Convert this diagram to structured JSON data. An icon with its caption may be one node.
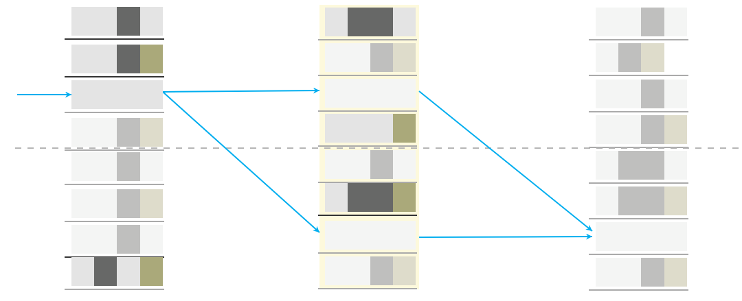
{
  "diagram": {
    "nodes": [
      {
        "text": [],
        "shape": "box"
      },
      {
        "text": [],
        "shape": "box"
      },
      {
        "text": [],
        "shape": "box"
      },
      {
        "text": [],
        "shape": "box"
      },
      {
        "text": [],
        "shape": "box"
      },
      {
        "text": [],
        "shape": "box"
      },
      {
        "text": [],
        "shape": "box"
      },
      {
        "text": [],
        "shape": "box"
      },
      {
        "text": [],
        "shape": "box"
      },
      {
        "text": [],
        "shape": "box"
      },
      {
        "text": [],
        "shape": "box"
      },
      {
        "text": [],
        "shape": "box"
      },
      {
        "text": [],
        "shape": "box"
      },
      {
        "text": [],
        "shape": "box"
      },
      {
        "text": [],
        "shape": "box"
      },
      {
        "text": [],
        "shape": "box"
      },
      {
        "text": [],
        "shape": "box"
      },
      {
        "text": [],
        "shape": "box"
      },
      {
        "text": [],
        "shape": "box"
      },
      {
        "text": [],
        "shape": "box"
      },
      {
        "text": [],
        "shape": "box"
      },
      {
        "text": [],
        "shape": "box"
      },
      {
        "text": [],
        "shape": "box"
      },
      {
        "text": [],
        "shape": "box"
      }
    ],
    "edges": [
      {
        "from": null,
        "to": 2,
        "arrow": "to"
      },
      {
        "from": 2,
        "to": 10,
        "arrow": "to"
      },
      {
        "from": 2,
        "to": 14,
        "arrow": "to"
      },
      {
        "from": 10,
        "to": 22,
        "arrow": "to"
      },
      {
        "from": 14,
        "to": 22,
        "arrow": "to"
      }
    ]
  }
}
